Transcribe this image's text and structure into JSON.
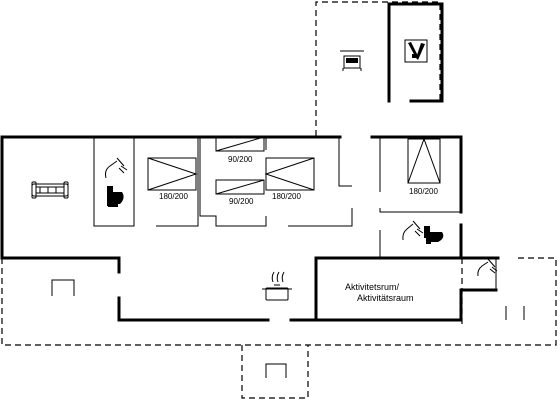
{
  "bed_labels": {
    "bed_a": "180/200",
    "bed_b_top": "90/200",
    "bed_b_bottom": "90/200",
    "bed_c": "180/200",
    "bed_d": "180/200"
  },
  "room_labels": {
    "activity_line1": "Aktivitetsrum/",
    "activity_line2": "Aktivitätsraum"
  }
}
